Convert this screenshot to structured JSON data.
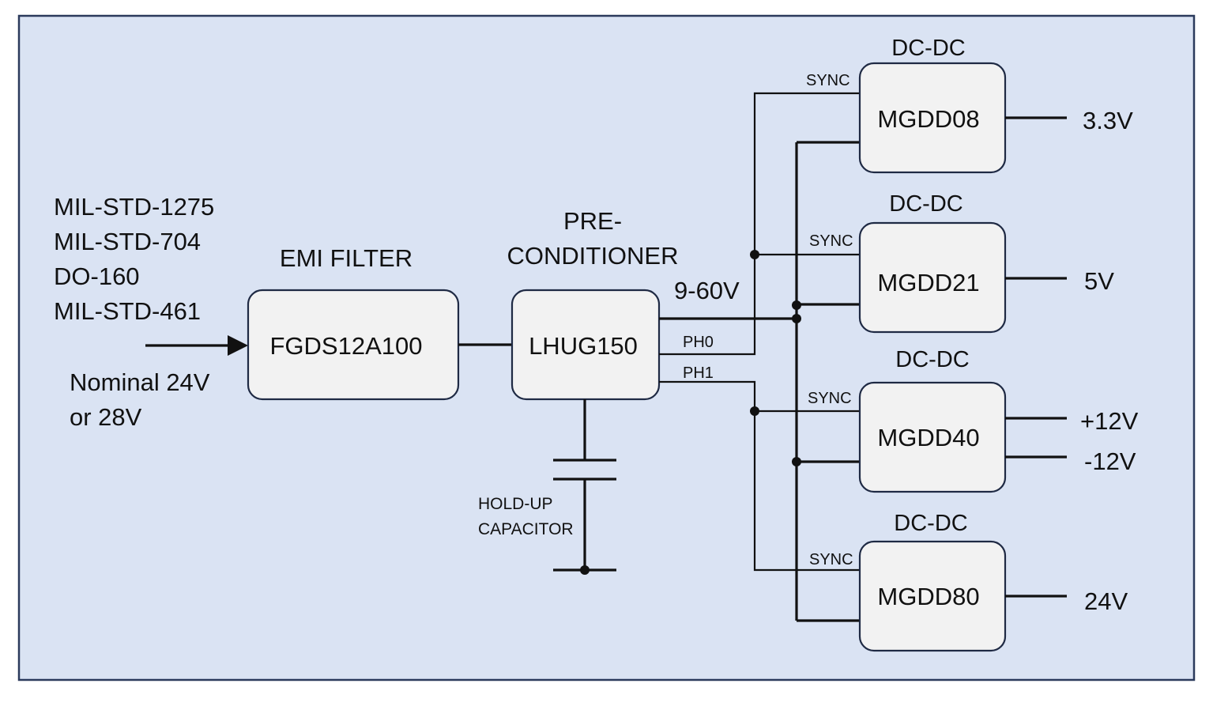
{
  "standards": [
    "MIL-STD-1275",
    "MIL-STD-704",
    "DO-160",
    "MIL-STD-461"
  ],
  "input": {
    "line1": "Nominal 24V",
    "line2": "or 28V"
  },
  "emi": {
    "title": "EMI FILTER",
    "part": "FGDS12A100"
  },
  "precond": {
    "title_line1": "PRE-",
    "title_line2": "CONDITIONER",
    "part": "LHUG150",
    "bus": "9-60V",
    "ph0": "PH0",
    "ph1": "PH1"
  },
  "capacitor": {
    "line1": "HOLD-UP",
    "line2": "CAPACITOR"
  },
  "converters": [
    {
      "title": "DC-DC",
      "part": "MGDD08",
      "sync": "SYNC",
      "outputs": [
        "3.3V"
      ]
    },
    {
      "title": "DC-DC",
      "part": "MGDD21",
      "sync": "SYNC",
      "outputs": [
        "5V"
      ]
    },
    {
      "title": "DC-DC",
      "part": "MGDD40",
      "sync": "SYNC",
      "outputs": [
        "+12V",
        "-12V"
      ]
    },
    {
      "title": "DC-DC",
      "part": "MGDD80",
      "sync": "SYNC",
      "outputs": [
        "24V"
      ]
    }
  ],
  "colors": {
    "background": "#dae3f3",
    "frame": "#2b3a5c",
    "block_fill": "#f2f2f2",
    "line": "#111111"
  }
}
